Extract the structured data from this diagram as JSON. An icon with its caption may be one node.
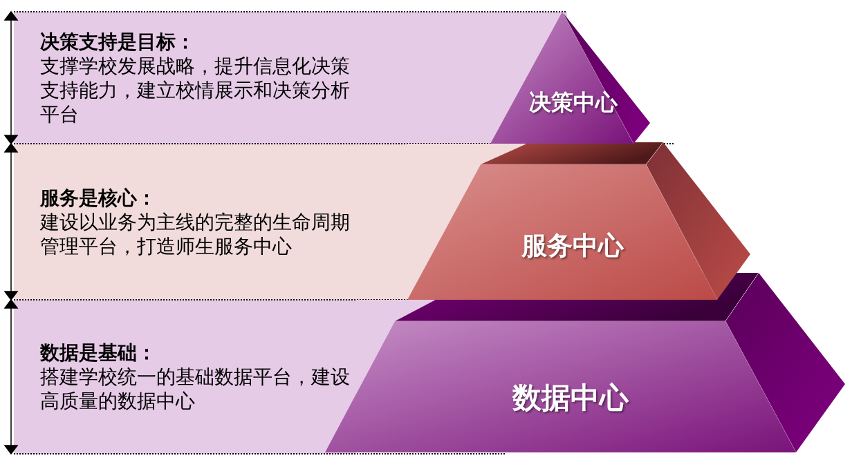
{
  "diagram": {
    "nodes": [
      {
        "text": [
          "决策支持是目标：",
          "支撑学校发展战略，提升信息化决策支持能力，建立校情展示和决策分析平台"
        ]
      },
      {
        "text": [
          "决策中心"
        ]
      },
      {
        "text": [
          "服务是核心：",
          "建设以业务为主线的完整的生命周期管理平台，打造师生服务中心"
        ]
      },
      {
        "text": [
          "服务中心"
        ]
      },
      {
        "text": [
          "数据是基础：",
          "搭建学校统一的基础数据平台，建设高质量的数据中心"
        ]
      },
      {
        "text": [
          "数据中心"
        ]
      }
    ]
  }
}
